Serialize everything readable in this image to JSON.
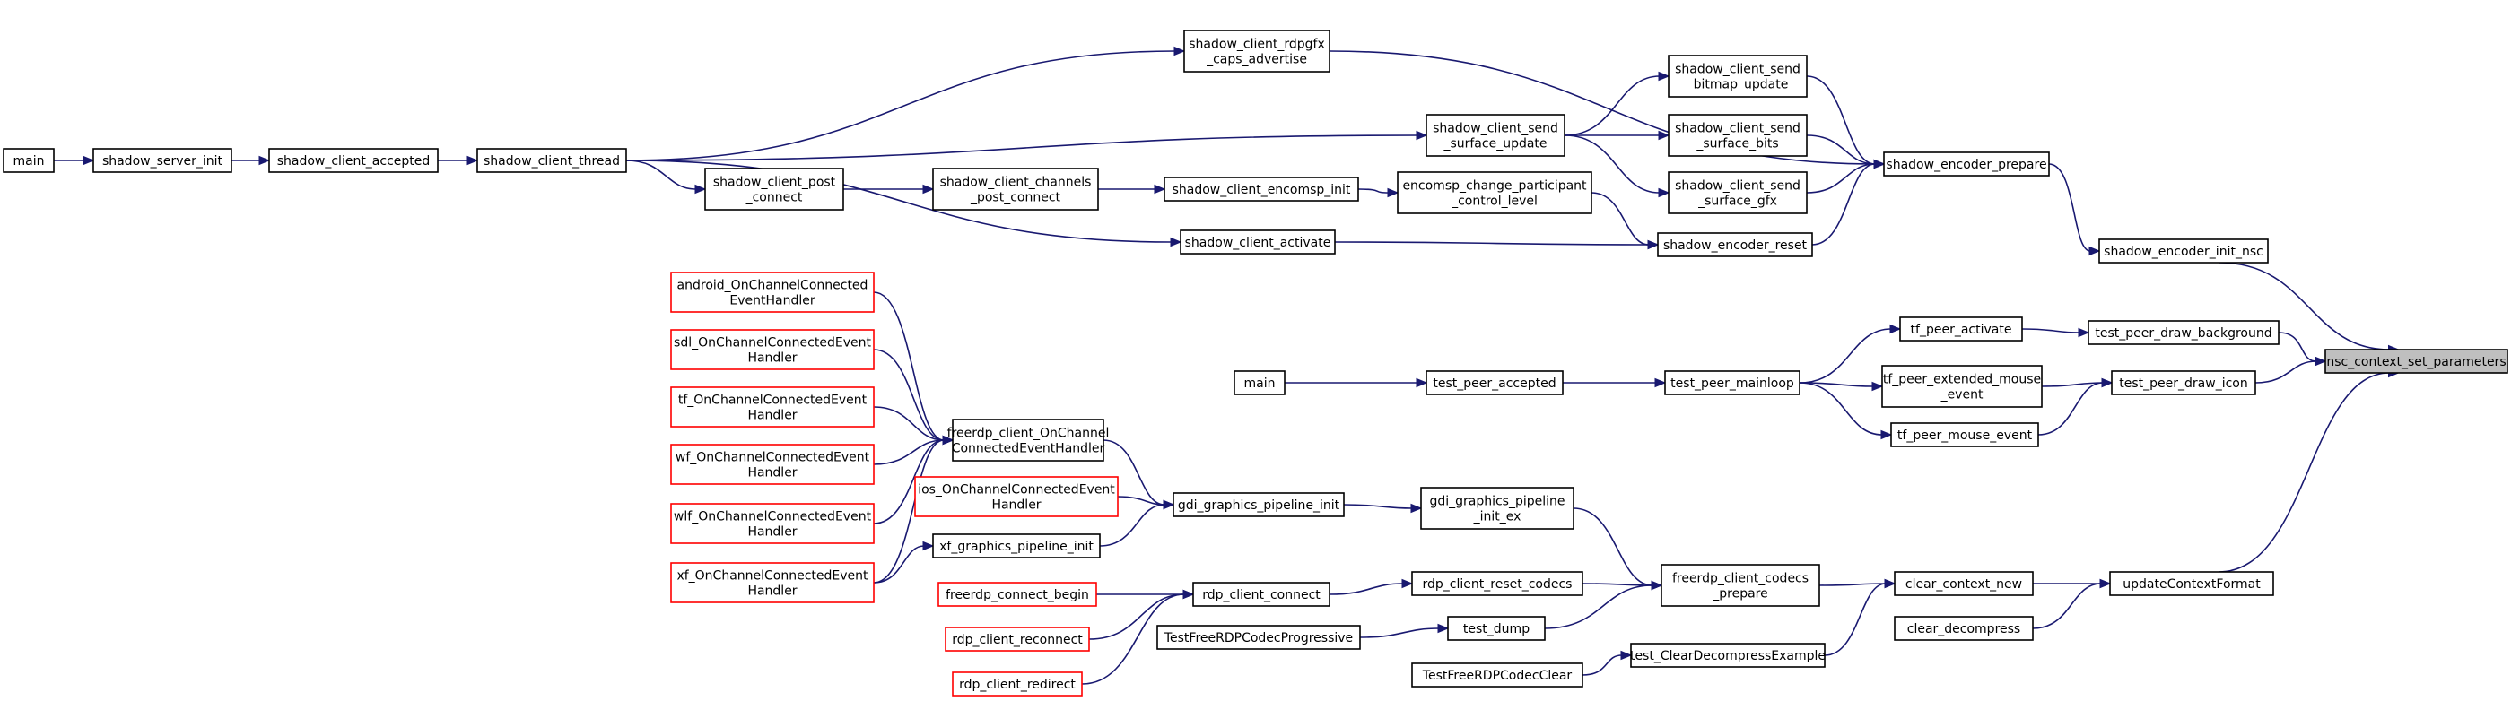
{
  "colors": {
    "edge": "#191970",
    "external_border": "#ff0000",
    "node_border": "#000000",
    "focus_fill": "#bfbfbf",
    "background": "#ffffff"
  },
  "nodes": {
    "main1": [
      "main"
    ],
    "shadow_server_init": [
      "shadow_server_init"
    ],
    "shadow_client_accepted": [
      "shadow_client_accepted"
    ],
    "shadow_client_thread": [
      "shadow_client_thread"
    ],
    "shadow_client_rdpgfx_caps": [
      "shadow_client_rdpgfx",
      "_caps_advertise"
    ],
    "shadow_client_send_surface_update": [
      "shadow_client_send",
      "_surface_update"
    ],
    "shadow_client_send_bitmap_update": [
      "shadow_client_send",
      "_bitmap_update"
    ],
    "shadow_client_send_surface_bits": [
      "shadow_client_send",
      "_surface_bits"
    ],
    "shadow_client_send_surface_gfx": [
      "shadow_client_send",
      "_surface_gfx"
    ],
    "shadow_encoder_prepare": [
      "shadow_encoder_prepare"
    ],
    "shadow_client_post_connect": [
      "shadow_client_post",
      "_connect"
    ],
    "shadow_client_channels_post_connect": [
      "shadow_client_channels",
      "_post_connect"
    ],
    "shadow_client_encomsp_init": [
      "shadow_client_encomsp_init"
    ],
    "encomsp_change": [
      "encomsp_change_participant",
      "_control_level"
    ],
    "shadow_client_activate": [
      "shadow_client_activate"
    ],
    "shadow_encoder_reset": [
      "shadow_encoder_reset"
    ],
    "shadow_encoder_init_nsc": [
      "shadow_encoder_init_nsc"
    ],
    "nsc_context_set_parameters": [
      "nsc_context_set_parameters"
    ],
    "android_handler": [
      "android_OnChannelConnected",
      "EventHandler"
    ],
    "sdl_handler": [
      "sdl_OnChannelConnectedEvent",
      "Handler"
    ],
    "tf_handler": [
      "tf_OnChannelConnectedEvent",
      "Handler"
    ],
    "wf_handler": [
      "wf_OnChannelConnectedEvent",
      "Handler"
    ],
    "wlf_handler": [
      "wlf_OnChannelConnectedEvent",
      "Handler"
    ],
    "xf_handler": [
      "xf_OnChannelConnectedEvent",
      "Handler"
    ],
    "freerdp_client_handler": [
      "freerdp_client_OnChannel",
      "ConnectedEventHandler"
    ],
    "ios_handler": [
      "ios_OnChannelConnectedEvent",
      "Handler"
    ],
    "xf_graphics_pipeline_init": [
      "xf_graphics_pipeline_init"
    ],
    "gdi_graphics_pipeline_init": [
      "gdi_graphics_pipeline_init"
    ],
    "gdi_graphics_pipeline_init_ex": [
      "gdi_graphics_pipeline",
      "_init_ex"
    ],
    "main2": [
      "main"
    ],
    "test_peer_accepted": [
      "test_peer_accepted"
    ],
    "test_peer_mainloop": [
      "test_peer_mainloop"
    ],
    "tf_peer_activate": [
      "tf_peer_activate"
    ],
    "tf_peer_extended_mouse_event": [
      "tf_peer_extended_mouse",
      "_event"
    ],
    "tf_peer_mouse_event": [
      "tf_peer_mouse_event"
    ],
    "test_peer_draw_background": [
      "test_peer_draw_background"
    ],
    "test_peer_draw_icon": [
      "test_peer_draw_icon"
    ],
    "freerdp_connect_begin": [
      "freerdp_connect_begin"
    ],
    "rdp_client_reconnect": [
      "rdp_client_reconnect"
    ],
    "rdp_client_redirect": [
      "rdp_client_redirect"
    ],
    "rdp_client_connect": [
      "rdp_client_connect"
    ],
    "rdp_client_reset_codecs": [
      "rdp_client_reset_codecs"
    ],
    "test_dump": [
      "test_dump"
    ],
    "TestFreeRDPCodecProgressive": [
      "TestFreeRDPCodecProgressive"
    ],
    "freerdp_client_codecs_prepare": [
      "freerdp_client_codecs",
      "_prepare"
    ],
    "TestFreeRDPCodecClear": [
      "TestFreeRDPCodecClear"
    ],
    "test_ClearDecompressExample": [
      "test_ClearDecompressExample"
    ],
    "clear_context_new": [
      "clear_context_new"
    ],
    "clear_decompress": [
      "clear_decompress"
    ],
    "updateContextFormat": [
      "updateContextFormat"
    ]
  }
}
